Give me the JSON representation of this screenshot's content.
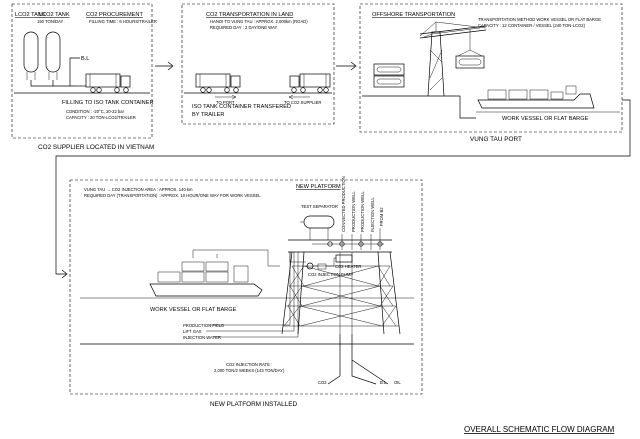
{
  "panel1": {
    "lco2_tank_1": "LCO2 TANK",
    "lco2_tank_2": "LCO2 TANK",
    "procurement_title": "CO2 PROCUREMENT",
    "capacity_note": "150 TON/DAY",
    "filling_time": "FILLING TIME : 6 HOURS/TRAILER",
    "bl_label": "B.L",
    "filling_label_1": "FILLING TO ISO TANK CONTAINER",
    "condition": "CONDITION : -20°C, 20-22 bar",
    "capacity_trailer": "CAPACITY : 20 TON-LCO2/TRAILER",
    "caption": "CO2 SUPPLIER LOCATED IN VIETNAM"
  },
  "panel2": {
    "title": "CO2 TRANSPORTATION IN LAND",
    "route": "HANOI TO VUNG TAU : APPROX. 2,000km (ROAD)",
    "required_day": "REQUIRED DAY : 2 DAY/ONE WAY",
    "to_port": "TO PORT",
    "to_supplier": "TO CO2 SUPPLIER",
    "iso_label_1": "ISO TANK CONTAINER TRANSFERED",
    "iso_label_2": "BY TRAILER"
  },
  "panel3": {
    "title": "OFFSHORE TRANSPORTATION",
    "method": "TRANSPORTATION METHOD WORK VESSEL OR FLAT BARGE",
    "capacity": "CAPACITY : 12 CONTAINER / VESSEL (240 TON-LCO2)",
    "vessel_label": "WORK VESSEL OR FLAT BARGE",
    "caption": "VUNG TAU PORT"
  },
  "panel4": {
    "route": "VUNG TAU → CO2 INJECTION AREA : APPROX. 140 km",
    "required_day": "REQUIRED DAY (TRANSPORTATION) : APPROX. 10 HOUR/ONE WAY FOR WORK VESSEL",
    "platform_title": "NEW PLATFORM",
    "test_separator": "TEST SEPARATOR",
    "vertical_labels": [
      "CONNECTED PRODUCTION",
      "PRODUCTION WELL",
      "PRODUCTION WELL",
      "INJECTION WELL",
      "FROM B2"
    ],
    "co2_heater": "CO2 HEATER",
    "co2_injection_pump": "CO2 INJECTION PUMP",
    "vessel_label": "WORK VESSEL OR FLAT BARGE",
    "production_field": "PRODUCTION FIELD",
    "lift_gas": "LIFT GAS",
    "injection_water": "INJECTION WATER",
    "injection_rate_1": "CO2 INJECTION RATE :",
    "injection_rate_2": "2,000 TON/2 WEEKS (143 TON/DAY)",
    "co2_label": "CO2",
    "bl_label": "B.L",
    "oil_label": "OIL",
    "caption": "NEW PLATFORM INSTALLED"
  },
  "footer_title": "OVERALL SCHEMATIC FLOW DIAGRAM"
}
